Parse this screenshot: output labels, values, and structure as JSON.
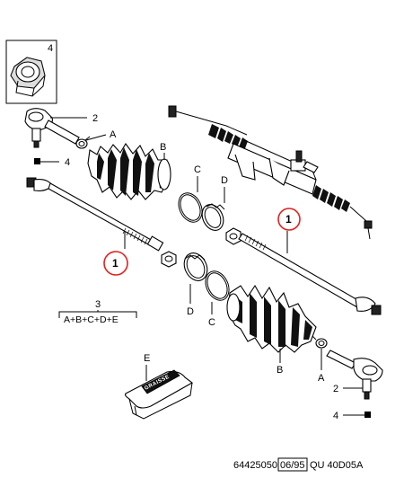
{
  "title": "",
  "callouts": {
    "nut_box_number": "4",
    "tie_rod_end_top": "2",
    "bracket_square_top": "4",
    "clamp_a_top": "A",
    "boot_b_top": "B",
    "ring_c_top": "C",
    "clamp_d_top": "D",
    "inner_rod_right": "1",
    "inner_rod_left": "1",
    "clamp_d_bottom": "D",
    "ring_c_bottom": "C",
    "boot_b_bottom": "B",
    "clamp_a_bottom": "A",
    "tie_rod_end_bottom": "2",
    "bracket_square_bottom": "4",
    "kit_number": "3",
    "kit_formula": "A+B+C+D+E",
    "grease_label": "E",
    "grease_package_text": "GRAISSE"
  },
  "footer": {
    "part_ref": "64425050",
    "date_box": "06/95",
    "code": "QU  40D05A"
  },
  "colors": {
    "highlight_circle": "#e0221f",
    "line": "#000000",
    "background": "#ffffff"
  }
}
